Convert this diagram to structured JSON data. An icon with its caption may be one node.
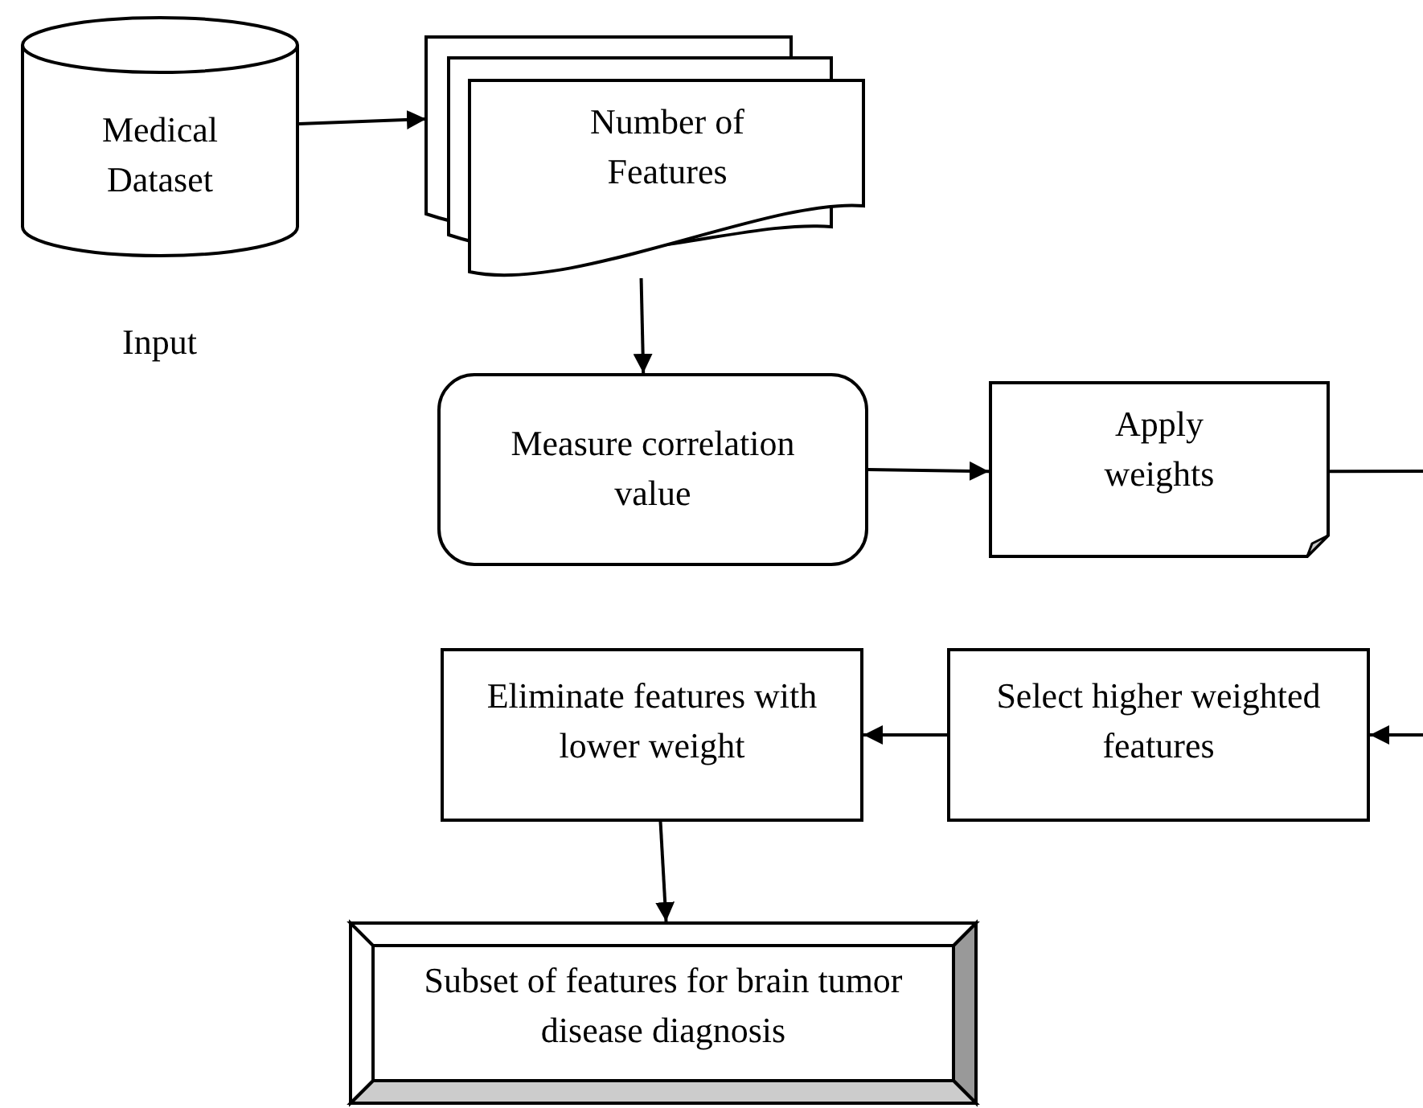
{
  "diagram": {
    "nodes": [
      {
        "text": [
          "Medical Dataset"
        ],
        "beside": [
          "Input"
        ]
      },
      {
        "text": [
          "Number of Features"
        ]
      },
      {
        "text": [
          "Measure correlation value"
        ]
      },
      {
        "text": [
          "Apply weights"
        ]
      },
      {
        "text": [
          "Select higher weighted features"
        ]
      },
      {
        "text": [
          "Eliminate features with lower weight"
        ]
      },
      {
        "text": [
          "Subset of features for brain tumor disease diagnosis"
        ]
      }
    ],
    "edges": [
      {
        "from": 0,
        "to": 1,
        "arrow": "to"
      },
      {
        "from": 1,
        "to": 2,
        "arrow": "to"
      },
      {
        "from": 2,
        "to": 3,
        "arrow": "to"
      },
      {
        "from": 3,
        "to": null,
        "arrow": "none"
      },
      {
        "from": null,
        "to": 4,
        "arrow": "to"
      },
      {
        "from": 4,
        "to": 5,
        "arrow": "to"
      },
      {
        "from": 5,
        "to": 6,
        "arrow": "to"
      }
    ]
  }
}
